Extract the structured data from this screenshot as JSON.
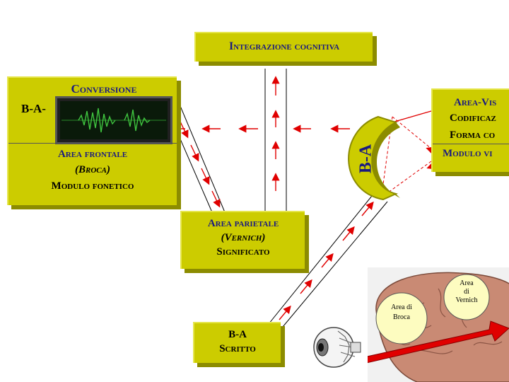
{
  "boxes": {
    "integrazione": {
      "title": "Integrazione cognitiva"
    },
    "frontale": {
      "prefix": "B-A-",
      "title": "Conversione",
      "area": "Area frontale",
      "sub": "(Broca)",
      "module": "Modulo fonetico"
    },
    "parietale": {
      "area": "Area parietale",
      "sub": "(Vernich)",
      "meaning": "Significato"
    },
    "visiva": {
      "area": "Area-Vis",
      "line1": "Codificaz",
      "line2": "Forma co",
      "module": "Modulo vi"
    },
    "scritto": {
      "ba": "B-A",
      "label": "Scritto"
    }
  },
  "crescent_label": "B-A",
  "brain": {
    "broca": "Area di Broca",
    "vernich_1": "Area",
    "vernich_2": "di",
    "vernich_3": "Vernich"
  },
  "colors": {
    "box_fill": "#cccc00",
    "box_shadow": "#8c8c00",
    "title_text": "#1a1a80",
    "arrow": "#e00000"
  }
}
